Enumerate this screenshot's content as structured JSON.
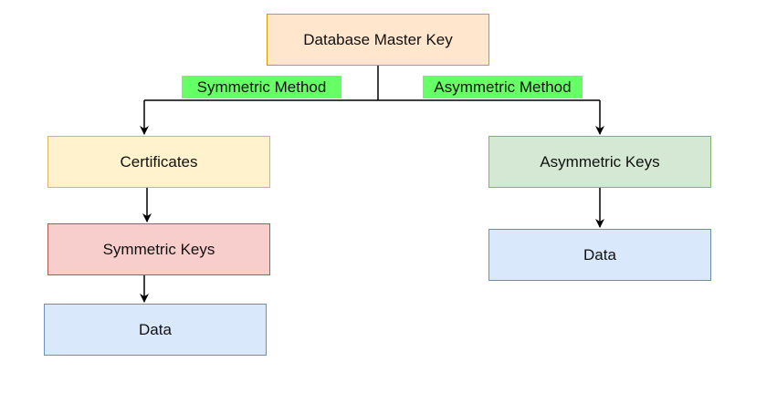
{
  "diagram": {
    "root": {
      "label": "Database Master Key"
    },
    "branches": {
      "symmetric_label": "Symmetric Method",
      "asymmetric_label": "Asymmetric Method"
    },
    "left": {
      "certificates": "Certificates",
      "symmetric_keys": "Symmetric Keys",
      "data": "Data"
    },
    "right": {
      "asymmetric_keys": "Asymmetric Keys",
      "data": "Data"
    }
  },
  "colors": {
    "root_fill": "#ffe6cc",
    "root_stroke": "#d79b00",
    "certificates_fill": "#fff2cc",
    "certificates_stroke": "#d6b656",
    "symmetric_keys_fill": "#f8cecc",
    "symmetric_keys_stroke": "#b85450",
    "asymmetric_keys_fill": "#d5e8d4",
    "asymmetric_keys_stroke": "#82b366",
    "data_fill": "#dae8fc",
    "data_stroke": "#6c8ebf",
    "label_highlight": "#66ff66",
    "connector": "#000000"
  }
}
